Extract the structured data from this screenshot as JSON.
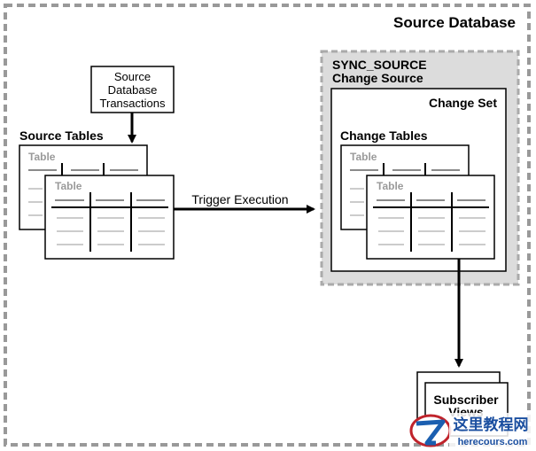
{
  "diagram": {
    "region_label": "Source Database",
    "source_box": {
      "lines": [
        "Source",
        "Database",
        "Transactions"
      ]
    },
    "source_tables_label": "Source Tables",
    "table_label": "Table",
    "trigger_label": "Trigger Execution",
    "change_source": {
      "lines": [
        "SYNC_SOURCE",
        "Change Source"
      ]
    },
    "change_set_label": "Change Set",
    "change_tables_label": "Change Tables",
    "subscriber_views": {
      "lines": [
        "Subscriber",
        "Views"
      ]
    },
    "watermark": {
      "text": "这里教程网",
      "url_text": "herecours.com"
    }
  }
}
